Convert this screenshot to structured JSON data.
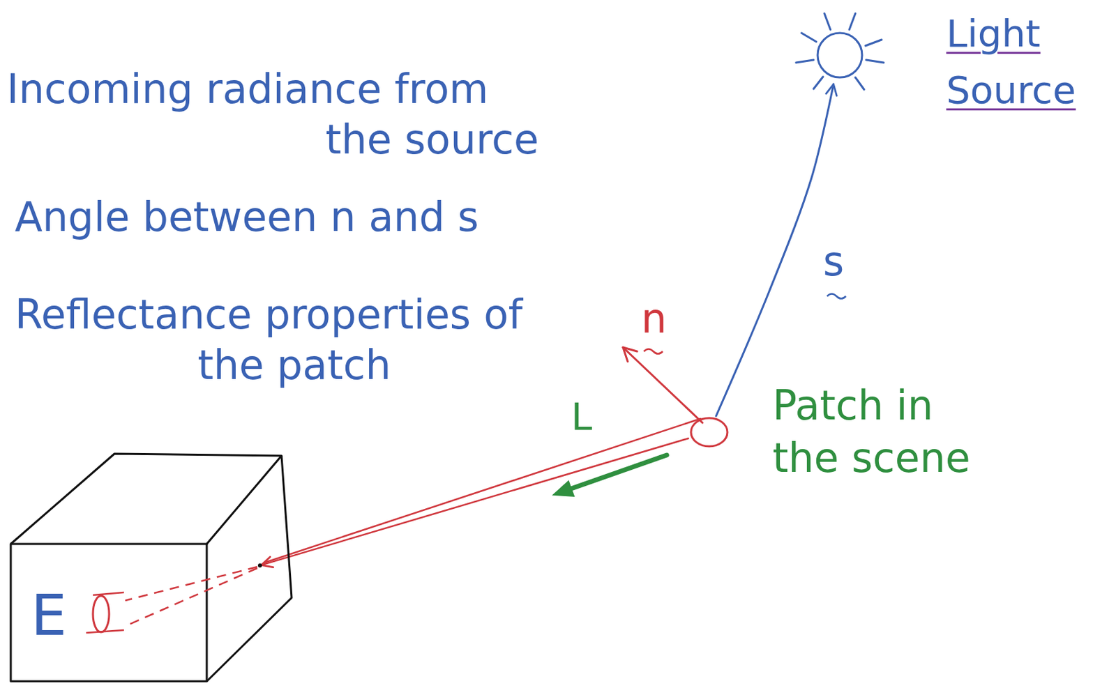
{
  "diagram": {
    "nodes": [
      {
        "text": [
          "Light Source"
        ]
      },
      {
        "text": [
          "Patch in the scene"
        ]
      },
      {
        "text": [
          "E"
        ]
      }
    ],
    "edges": [
      {
        "from": 1,
        "to": 0,
        "arrow": "to",
        "label": "s"
      },
      {
        "from": 1,
        "to": 2,
        "arrow": "to",
        "label": "L"
      }
    ],
    "labels": [
      "Incoming radiance from the source",
      "Angle between n and s",
      "Reflectance properties of the patch",
      "n"
    ]
  }
}
